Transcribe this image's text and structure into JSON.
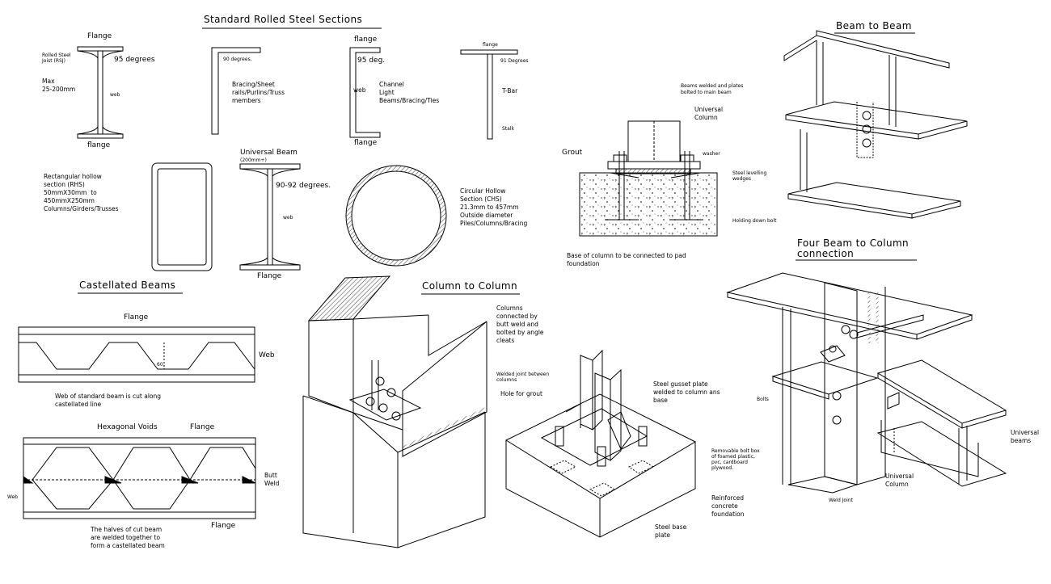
{
  "colors": {
    "ink": "#000000",
    "paper": "#ffffff",
    "hatch": "#555555"
  },
  "headings": {
    "standard_sections": "Standard Rolled Steel Sections",
    "beam_to_beam": "Beam to Beam",
    "castellated": "Castellated Beams",
    "column_to_column": "Column to Column",
    "four_beam_1": "Four Beam to Column",
    "four_beam_2": "connection"
  },
  "rsj": {
    "flange_top": "Flange",
    "flange_bottom": "flange",
    "name_1": "Rolled Steel",
    "name_2": "Joist (RSJ)",
    "max_1": "Max",
    "max_2": "25-200mm",
    "web": "web",
    "angle": "95 degrees"
  },
  "angle_section": {
    "angle": "90 degrees.",
    "use_1": "Bracing/Sheet",
    "use_2": "rails/Purlins/Truss",
    "use_3": "members"
  },
  "channel": {
    "flange_top": "flange",
    "flange_bottom": "flange",
    "angle": "95 deg.",
    "web": "web",
    "name_1": "Channel",
    "name_2": "Light",
    "name_3": "Beams/Bracing/Ties"
  },
  "tbar": {
    "flange": "flange",
    "angle": "91 Degrees",
    "name": "T-Bar",
    "stalk": "Stalk"
  },
  "rhs": {
    "l1": "Rectangular hollow",
    "l2": "section (RHS)",
    "l3": "50mmX30mm  to",
    "l4": "450mmX250mm",
    "l5": "Columns/Girders/Trusses"
  },
  "ub": {
    "name_1": "Universal Beam",
    "name_2": "(200mm+)",
    "angle": "90-92 degrees.",
    "web": "web",
    "flange": "Flange"
  },
  "chs": {
    "l1": "Circular Hollow",
    "l2": "Section (CHS)",
    "l3": "21.3mm to 457mm",
    "l4": "Outside diameter",
    "l5": "Piles/Columns/Bracing"
  },
  "base_plate": {
    "uc_1": "Universal",
    "uc_2": "Column",
    "grout": "Grout",
    "washer": "washer",
    "wedges_1": "Steel levelling",
    "wedges_2": "wedges",
    "bolt": "Holding down bolt",
    "cap_1": "Base of column to be connected to pad",
    "cap_2": "foundation"
  },
  "beam_to_beam": {
    "note_1": "Beams welded and plates",
    "note_2": "bolted to main beam"
  },
  "castellated_top": {
    "flange": "Flange",
    "web": "Web",
    "angle": "60",
    "cap_1": "Web of standard beam is cut along",
    "cap_2": "castellated line"
  },
  "castellated_bottom": {
    "voids": "Hexagonal Voids",
    "flange_top": "Flange",
    "flange_bottom": "Flange",
    "butt_1": "Butt",
    "butt_2": "Weld",
    "web": "Web",
    "cap_1": "The halves of cut beam",
    "cap_2": "are welded together to",
    "cap_3": "form a castellated beam"
  },
  "column_to_column": {
    "n1": "Columns",
    "n2": "connected by",
    "n3": "butt weld and",
    "n4": "bolted by angle",
    "n5": "cleats"
  },
  "gusset_base": {
    "welded_1": "Welded joint between",
    "welded_2": "columns",
    "hole": "Hole for grout",
    "gusset_1": "Steel gusset plate",
    "gusset_2": "welded to column ans",
    "gusset_3": "base",
    "box_1": "Removable bolt box",
    "box_2": "of foamed plastic,",
    "box_3": "pvc, cardboard",
    "box_4": "plywood.",
    "rc_1": "Reinforced",
    "rc_2": "concrete",
    "rc_3": "foundation",
    "plate_1": "Steel base",
    "plate_2": "plate"
  },
  "four_beam": {
    "bolts": "Bolts",
    "uc_1": "Universal",
    "uc_2": "Column",
    "weld": "Weld Joint",
    "ub_1": "Universal",
    "ub_2": "beams"
  }
}
